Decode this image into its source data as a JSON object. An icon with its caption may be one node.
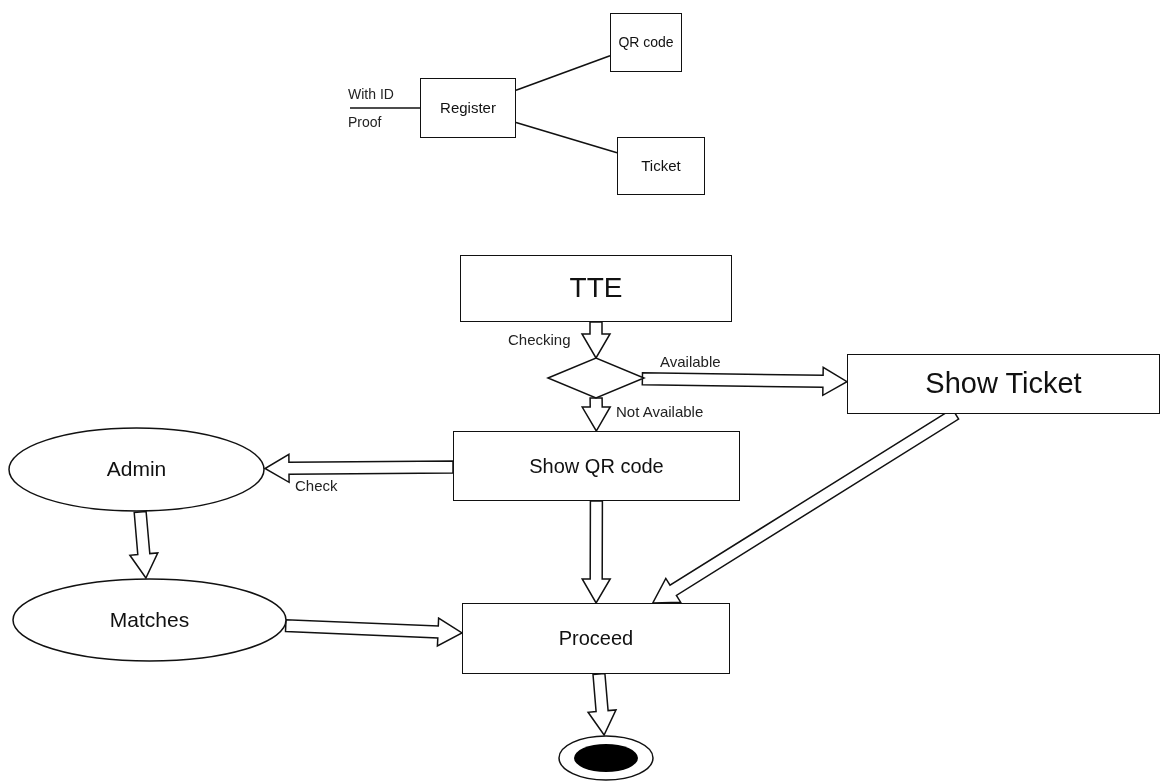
{
  "diagram": {
    "nodes": [
      {
        "text": [
          "Register"
        ]
      },
      {
        "text": [
          "QR code"
        ]
      },
      {
        "text": [
          "Ticket"
        ]
      },
      {
        "text": [
          "TTE"
        ]
      },
      {
        "text": [],
        "shape": "diamond"
      },
      {
        "text": [
          "Show Ticket"
        ]
      },
      {
        "text": [
          "Show QR code"
        ]
      },
      {
        "text": [
          "Admin"
        ]
      },
      {
        "text": [
          "Matches"
        ]
      },
      {
        "text": [
          "Proceed"
        ]
      },
      {
        "text": [],
        "shape": "circle"
      }
    ],
    "edges": [
      {
        "from": null,
        "to": 0,
        "arrow": "none",
        "label": "With ID Proof"
      },
      {
        "from": 0,
        "to": 1,
        "arrow": "none"
      },
      {
        "from": 0,
        "to": 2,
        "arrow": "none"
      },
      {
        "from": 3,
        "to": 4,
        "arrow": "to",
        "label": "Checking",
        "style": "thick"
      },
      {
        "from": 4,
        "to": 5,
        "arrow": "to",
        "label": "Available",
        "style": "thick"
      },
      {
        "from": 4,
        "to": 6,
        "arrow": "to",
        "label": "Not Available",
        "style": "thick"
      },
      {
        "from": 6,
        "to": 7,
        "arrow": "to",
        "label": "Check",
        "style": "thick"
      },
      {
        "from": 7,
        "to": 8,
        "arrow": "to",
        "style": "thick"
      },
      {
        "from": 6,
        "to": 9,
        "arrow": "to",
        "style": "thick"
      },
      {
        "from": 5,
        "to": 9,
        "arrow": "to",
        "style": "thick"
      },
      {
        "from": 8,
        "to": 9,
        "arrow": "to",
        "style": "thick"
      },
      {
        "from": 9,
        "to": 10,
        "arrow": "to",
        "style": "thick"
      }
    ]
  }
}
